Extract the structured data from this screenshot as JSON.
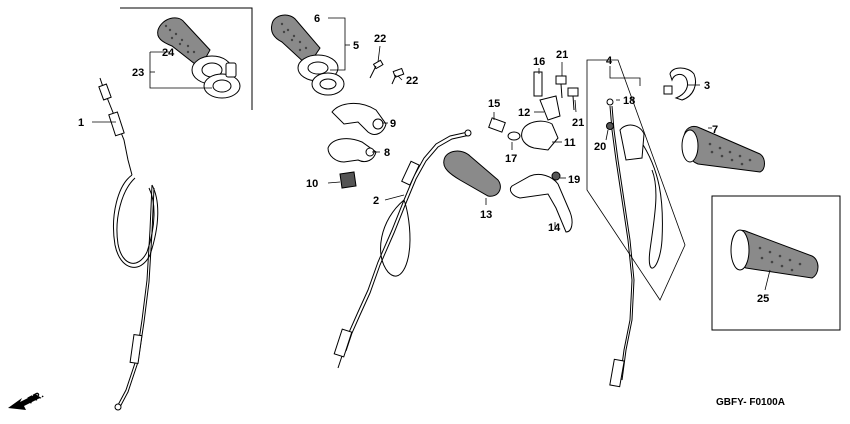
{
  "diagram": {
    "callouts": {
      "p1": "1",
      "p2": "2",
      "p3": "3",
      "p4": "4",
      "p5": "5",
      "p6": "6",
      "p7": "7",
      "p8": "8",
      "p9": "9",
      "p10": "10",
      "p11": "11",
      "p12": "12",
      "p13": "13",
      "p14": "14",
      "p15": "15",
      "p16": "16",
      "p17": "17",
      "p18": "18",
      "p19": "19",
      "p20": "20",
      "p21a": "21",
      "p21b": "21",
      "p22a": "22",
      "p22b": "22",
      "p23": "23",
      "p24": "24",
      "p25": "25"
    },
    "direction_label": "FR.",
    "drawing_code": "GBFY- F0100A"
  }
}
